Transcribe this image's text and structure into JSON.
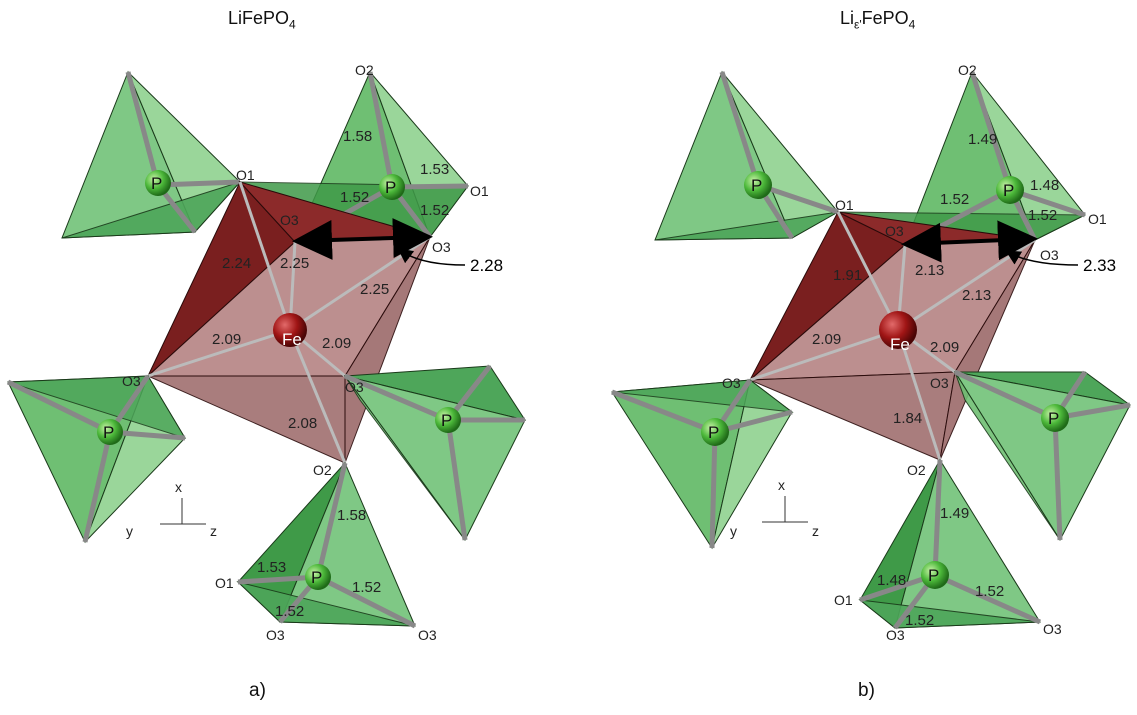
{
  "colors": {
    "tetra_light": "#9ad69a",
    "tetra_mid": "#6fbf73",
    "tetra_dark": "#3f9a48",
    "octa_dark": "#7a1f1f",
    "octa_light": "#b98a8a",
    "fe_atom": "#8e0f0f",
    "p_atom": "#3fae2f"
  },
  "panels": [
    {
      "id": "a",
      "title_main": "LiFePO",
      "title_sub": "4",
      "caption": "a)",
      "highlight_distance": "2.28",
      "fe_label": "Fe",
      "p_label": "P",
      "axes": {
        "x": "x",
        "y": "y",
        "z": "z"
      },
      "oxygen_labels": {
        "top_o1": "O1",
        "top_o2": "O2",
        "right_o1": "O1",
        "o3_left": "O3",
        "o3_right": "O3",
        "left_o3": "O3",
        "mid_o3": "O3",
        "bottom_o2": "O2",
        "bot_o1": "O1",
        "bot_o3a": "O3",
        "bot_o3b": "O3"
      },
      "distances": {
        "top_o2": "1.58",
        "top_o1": "1.53",
        "top_o3a": "1.52",
        "top_o3b": "1.52",
        "fe_o1": "2.24",
        "fe_o3a": "2.25",
        "fe_o3b": "2.25",
        "fe_left": "2.09",
        "fe_right": "2.09",
        "fe_o2": "2.08",
        "bot_o2": "1.58",
        "bot_o1": "1.53",
        "bot_o3a": "1.52",
        "bot_o3b": "1.52"
      }
    },
    {
      "id": "b",
      "title_main": "Li",
      "title_sub": "ε'",
      "title_tail": "FePO",
      "title_sub2": "4",
      "caption": "b)",
      "highlight_distance": "2.33",
      "fe_label": "Fe",
      "p_label": "P",
      "axes": {
        "x": "x",
        "y": "y",
        "z": "z"
      },
      "oxygen_labels": {
        "top_o1": "O1",
        "top_o2": "O2",
        "right_o1": "O1",
        "o3_left": "O3",
        "o3_right": "O3",
        "left_o3": "O3",
        "mid_o3": "O3",
        "bottom_o2": "O2",
        "bot_o1": "O1",
        "bot_o3a": "O3",
        "bot_o3b": "O3"
      },
      "distances": {
        "top_o2": "1.49",
        "top_o1": "1.48",
        "top_o3a": "1.52",
        "top_o3b": "1.52",
        "fe_o1": "1.91",
        "fe_o3a": "2.13",
        "fe_o3b": "2.13",
        "fe_left": "2.09",
        "fe_right": "2.09",
        "fe_o2": "1.84",
        "bot_o2": "1.49",
        "bot_o1": "1.48",
        "bot_o3a": "1.52",
        "bot_o3b": "1.52"
      }
    }
  ]
}
